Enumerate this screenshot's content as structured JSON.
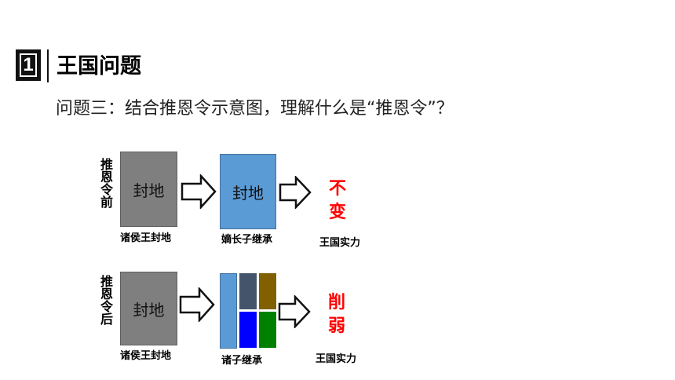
{
  "header": {
    "number": "1",
    "title": "王国问题"
  },
  "question": "问题三：结合推恩令示意图，理解什么是“推恩令”？",
  "before": {
    "side_label": "推恩令前",
    "box1_text": "封地",
    "box1_caption": "诸侯王封地",
    "box2_text": "封地",
    "box2_caption": "嫡长子继承",
    "result": "不变",
    "result_caption": "王国实力"
  },
  "after": {
    "side_label": "推恩令后",
    "box1_text": "封地",
    "box1_caption": "诸侯王封地",
    "split_caption": "诸子继承",
    "result": "削弱",
    "result_caption": "王国实力"
  },
  "colors": {
    "gray": "#7f7f7f",
    "blue_light": "#5b9bd5",
    "slate": "#44546a",
    "olive": "#806000",
    "blue": "#0000ff",
    "green": "#008000",
    "red": "#ff0000"
  }
}
